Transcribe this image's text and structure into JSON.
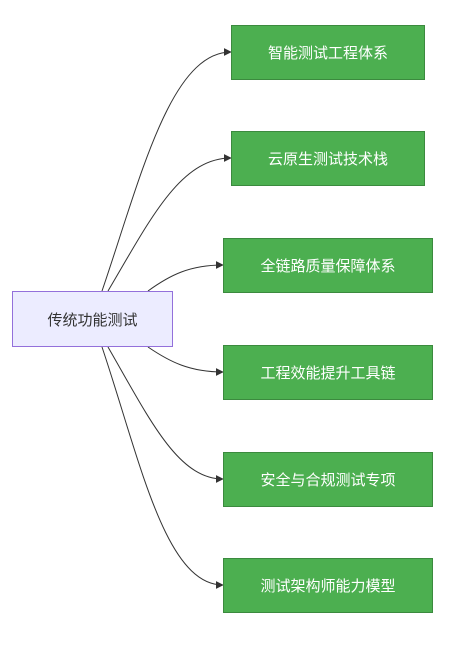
{
  "diagram": {
    "root": {
      "label": "传统功能测试"
    },
    "children": [
      {
        "label": "智能测试工程体系"
      },
      {
        "label": "云原生测试技术栈"
      },
      {
        "label": "全链路质量保障体系"
      },
      {
        "label": "工程效能提升工具链"
      },
      {
        "label": "安全与合规测试专项"
      },
      {
        "label": "测试架构师能力模型"
      }
    ]
  },
  "colors": {
    "root_fill": "#ececff",
    "root_border": "#9370db",
    "child_fill": "#4caf50",
    "child_text": "#ffffff",
    "edge": "#333333"
  }
}
